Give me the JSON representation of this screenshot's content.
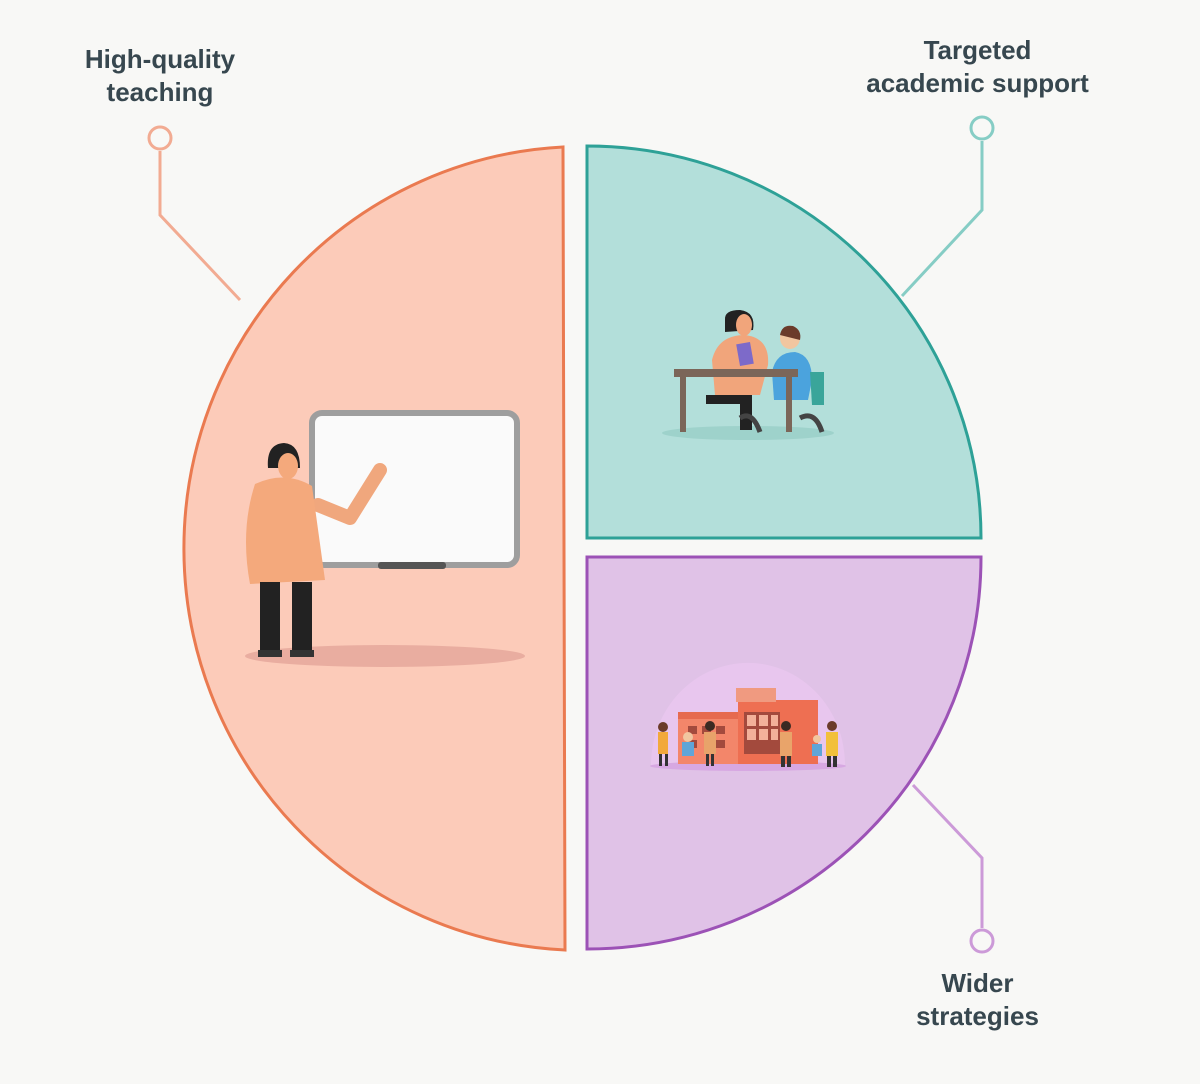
{
  "segments": [
    {
      "id": "high-quality-teaching",
      "label_lines": [
        "High-quality",
        "teaching"
      ],
      "share": "half",
      "color_fill": "#fccbb9",
      "color_stroke": "#ea7a50",
      "connector_color": "#f2ab92",
      "icon": "teacher-at-whiteboard-illustration"
    },
    {
      "id": "targeted-academic-support",
      "label_lines": [
        "Targeted",
        "academic support"
      ],
      "share": "quarter",
      "color_fill": "#b3dfda",
      "color_stroke": "#2ea197",
      "connector_color": "#86cdc5",
      "icon": "tutor-with-pupil-illustration"
    },
    {
      "id": "wider-strategies",
      "label_lines": [
        "Wider",
        "strategies"
      ],
      "share": "quarter",
      "color_fill": "#e0c2e7",
      "color_stroke": "#9c52b6",
      "connector_color": "#cc9ad8",
      "icon": "school-community-illustration"
    }
  ]
}
